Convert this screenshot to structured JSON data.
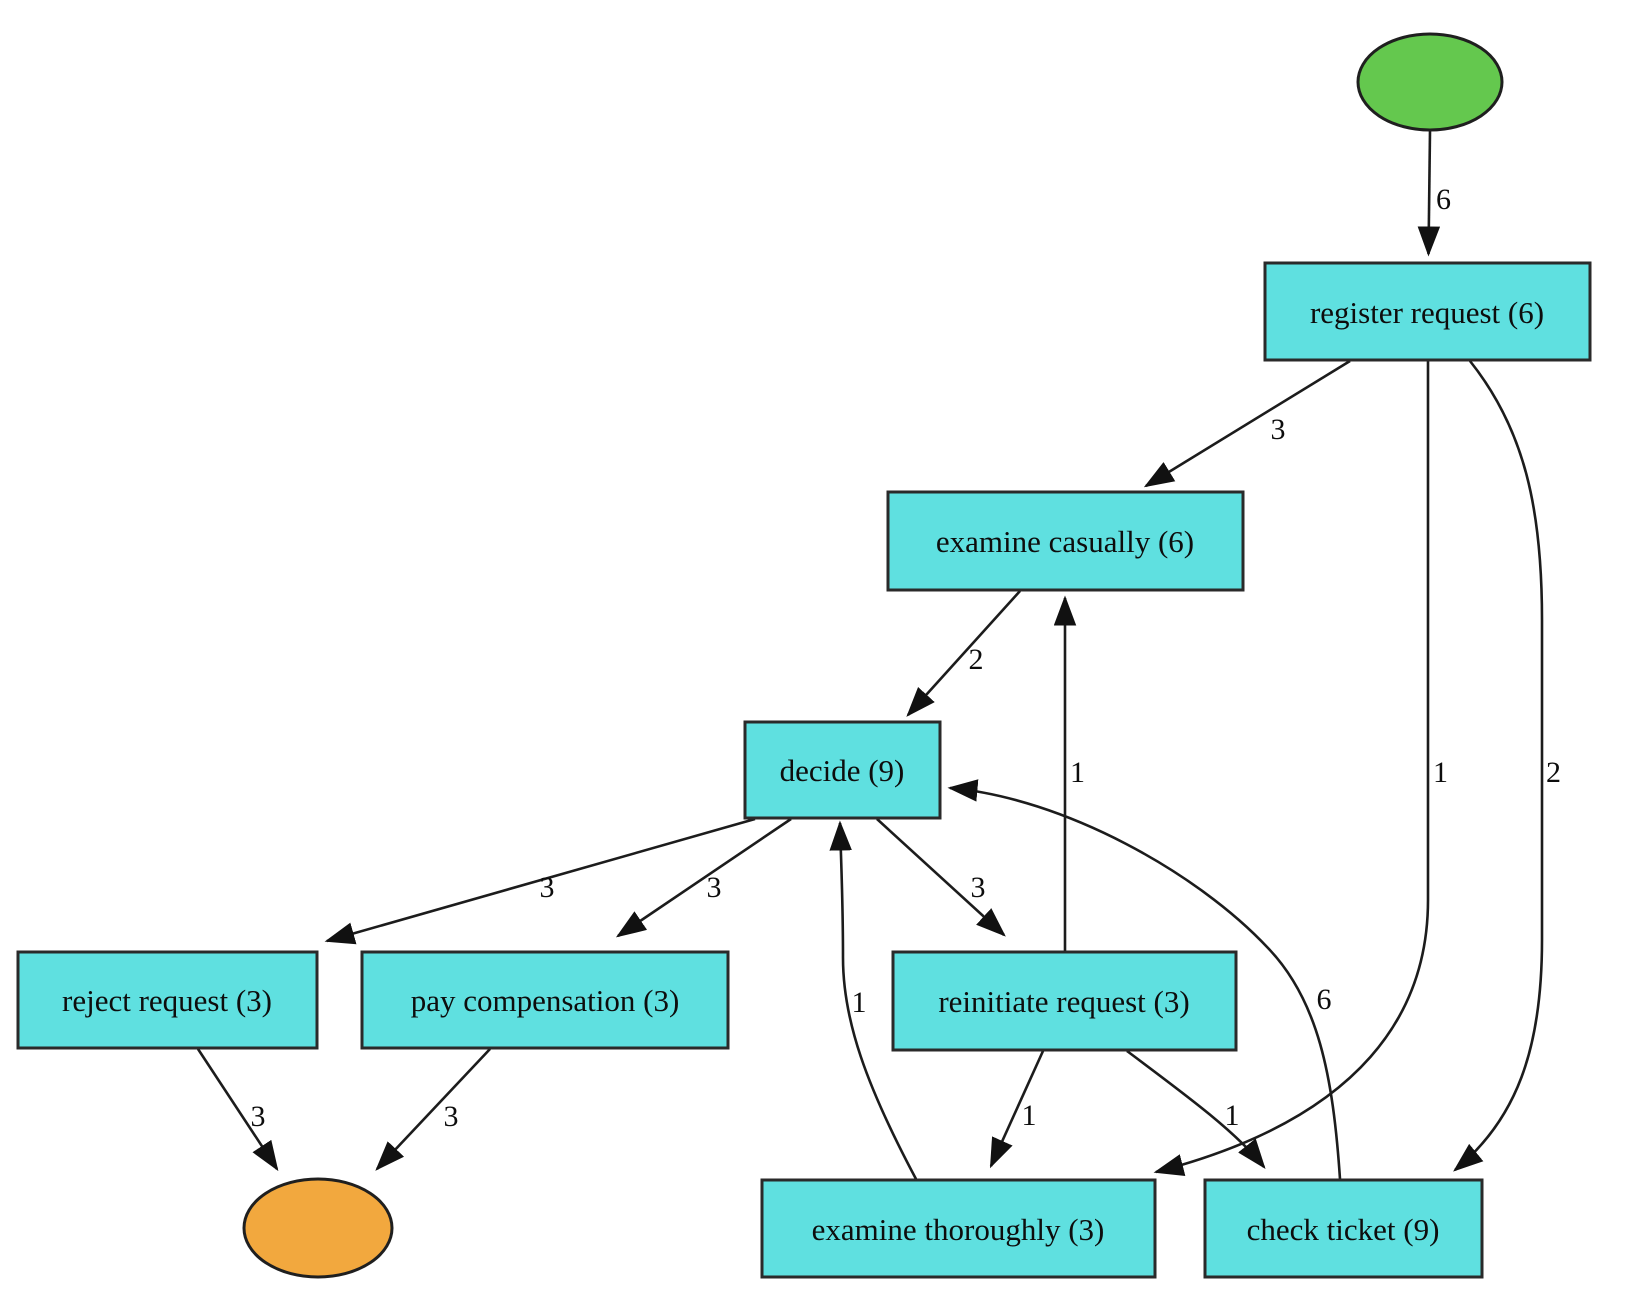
{
  "diagram": {
    "kind": "process-map-directly-follows-graph",
    "background": "#ffffff",
    "colors": {
      "activity_fill": "#5fe0e0",
      "start_node_fill": "#64c84e",
      "end_node_fill": "#f2a83e",
      "node_border": "#2a2a2a",
      "edge_stroke": "#1c1c1c",
      "text": "#0d0d0d"
    },
    "nodes": [
      {
        "id": "start",
        "shape": "ellipse",
        "label": ""
      },
      {
        "id": "register_request",
        "shape": "rect",
        "label": "register request (6)",
        "frequency": 6
      },
      {
        "id": "examine_casually",
        "shape": "rect",
        "label": "examine casually (6)",
        "frequency": 6
      },
      {
        "id": "decide",
        "shape": "rect",
        "label": "decide (9)",
        "frequency": 9
      },
      {
        "id": "reject_request",
        "shape": "rect",
        "label": "reject request (3)",
        "frequency": 3
      },
      {
        "id": "pay_compensation",
        "shape": "rect",
        "label": "pay compensation (3)",
        "frequency": 3
      },
      {
        "id": "reinitiate_request",
        "shape": "rect",
        "label": "reinitiate request (3)",
        "frequency": 3
      },
      {
        "id": "examine_thoroughly",
        "shape": "rect",
        "label": "examine thoroughly (3)",
        "frequency": 3
      },
      {
        "id": "check_ticket",
        "shape": "rect",
        "label": "check ticket (9)",
        "frequency": 9
      },
      {
        "id": "end",
        "shape": "ellipse",
        "label": ""
      }
    ],
    "edges": [
      {
        "from": "start",
        "to": "register_request",
        "count": "6"
      },
      {
        "from": "register_request",
        "to": "examine_casually",
        "count": "3"
      },
      {
        "from": "register_request",
        "to": "examine_thoroughly",
        "count": "1"
      },
      {
        "from": "register_request",
        "to": "check_ticket",
        "count": "2"
      },
      {
        "from": "examine_casually",
        "to": "decide",
        "count": "2"
      },
      {
        "from": "reinitiate_request",
        "to": "examine_casually",
        "count": "1"
      },
      {
        "from": "check_ticket",
        "to": "decide",
        "count": "6"
      },
      {
        "from": "decide",
        "to": "reject_request",
        "count": "3"
      },
      {
        "from": "decide",
        "to": "pay_compensation",
        "count": "3"
      },
      {
        "from": "decide",
        "to": "reinitiate_request",
        "count": "3"
      },
      {
        "from": "examine_thoroughly",
        "to": "decide",
        "count": "1"
      },
      {
        "from": "reinitiate_request",
        "to": "examine_thoroughly",
        "count": "1"
      },
      {
        "from": "reinitiate_request",
        "to": "check_ticket",
        "count": "1"
      },
      {
        "from": "reject_request",
        "to": "end",
        "count": "3"
      },
      {
        "from": "pay_compensation",
        "to": "end",
        "count": "3"
      }
    ]
  }
}
